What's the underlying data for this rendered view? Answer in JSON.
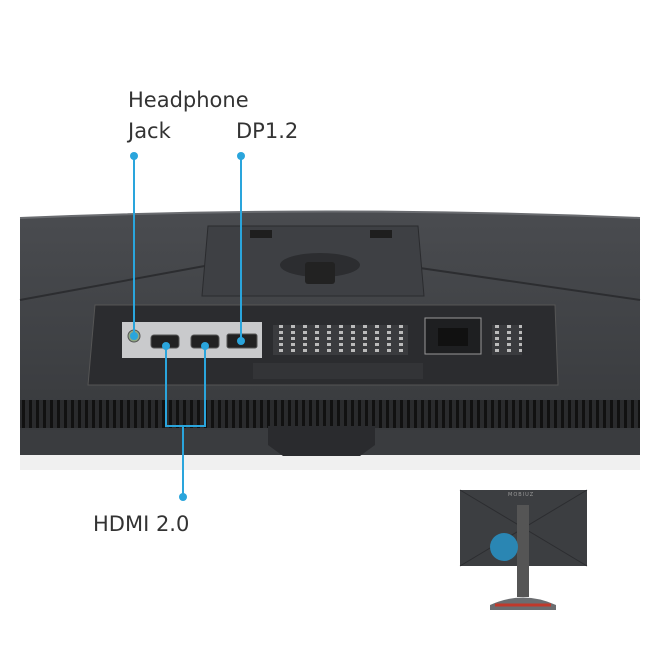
{
  "callouts": {
    "headphone_line1": "Headphone",
    "headphone_line2": "Jack",
    "dp": "DP1.2",
    "hdmi": "HDMI 2.0"
  },
  "thumbnail": {
    "logo": "MOBIUZ"
  },
  "colors": {
    "accent": "#2aa5dc",
    "body": "#3b3d40",
    "panel": "#c8c9cb"
  }
}
